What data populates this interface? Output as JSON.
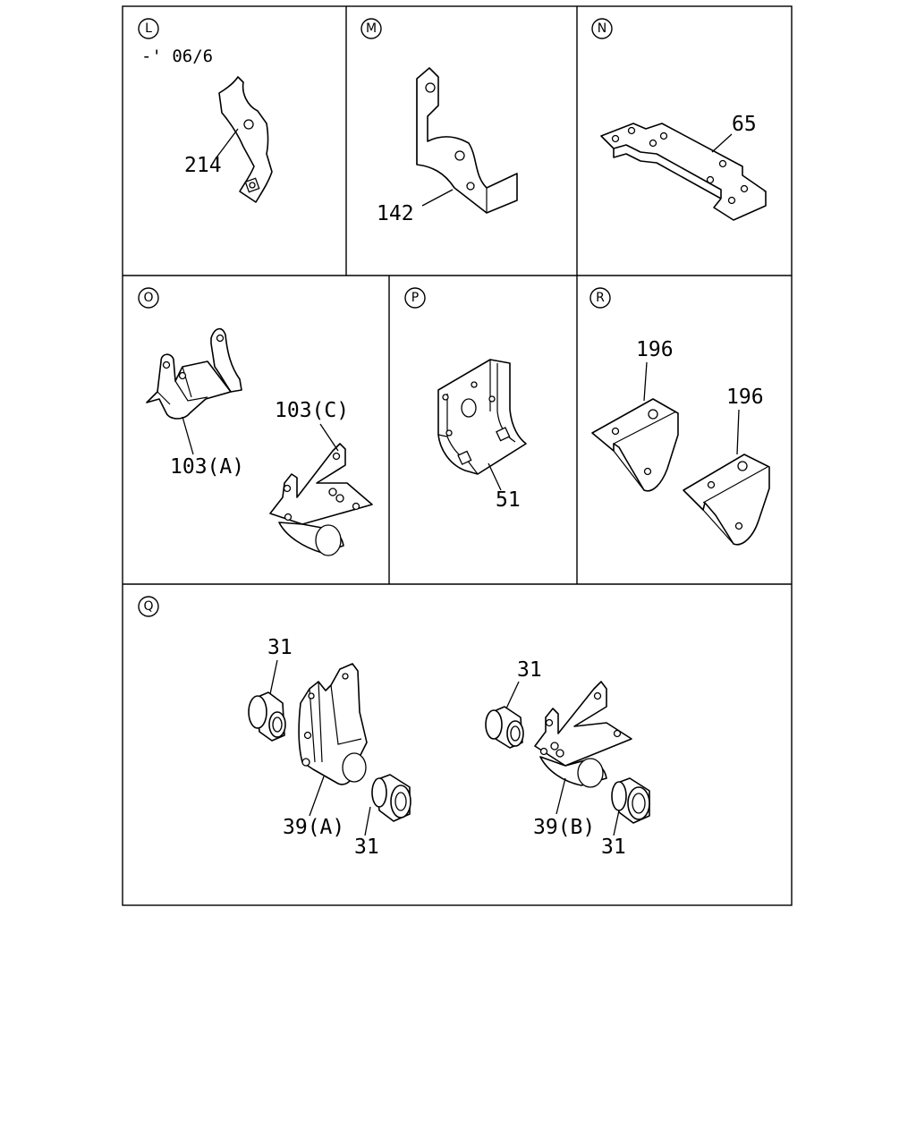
{
  "panels": {
    "L": {
      "letter": "L",
      "note": "-' 06/6",
      "parts": [
        "214"
      ]
    },
    "M": {
      "letter": "M",
      "parts": [
        "142"
      ]
    },
    "N": {
      "letter": "N",
      "parts": [
        "65"
      ]
    },
    "O": {
      "letter": "O",
      "parts": [
        "103(A)",
        "103(C)"
      ]
    },
    "P": {
      "letter": "P",
      "parts": [
        "51"
      ]
    },
    "R": {
      "letter": "R",
      "parts": [
        "196",
        "196"
      ]
    },
    "Q": {
      "letter": "Q",
      "parts": [
        "31",
        "39(A)",
        "31",
        "31",
        "39(B)",
        "31"
      ]
    }
  }
}
